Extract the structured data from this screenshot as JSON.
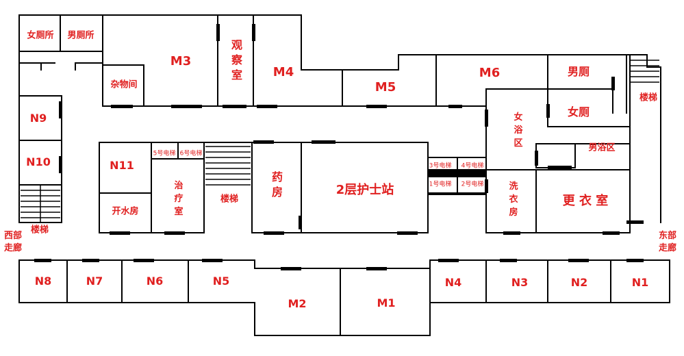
{
  "rooms": {
    "women_toilet_west": "女厕所",
    "men_toilet_west": "男厕所",
    "m3": "M3",
    "observation": "观察室",
    "m4": "M4",
    "m5": "M5",
    "m6": "M6",
    "men_toilet_east": "男厕",
    "women_toilet_east": "女厕",
    "storage": "杂物间",
    "women_bath": "女浴区",
    "men_bath": "男浴区",
    "laundry": "洗衣房",
    "locker": "更 衣 室",
    "n9": "N9",
    "n10": "N10",
    "n11": "N11",
    "boiler": "开水房",
    "treatment": "治疗室",
    "pharmacy": "药房",
    "nurse_station": "2层护士站",
    "n8": "N8",
    "n7": "N7",
    "n6": "N6",
    "n5": "N5",
    "m2": "M2",
    "m1": "M1",
    "n4": "N4",
    "n3": "N3",
    "n2": "N2",
    "n1": "N1"
  },
  "stairs": {
    "west": "楼梯",
    "center": "楼梯",
    "east": "楼梯"
  },
  "elevators": {
    "e1": "1号电梯",
    "e2": "2号电梯",
    "e3": "3号电梯",
    "e4": "4号电梯",
    "e5": "5号电梯",
    "e6": "6号电梯"
  },
  "corridors": {
    "west": "西部走廊",
    "east": "东部走廊"
  },
  "colors": {
    "wall": "#000000",
    "label": "#e02020",
    "background": "#ffffff"
  }
}
